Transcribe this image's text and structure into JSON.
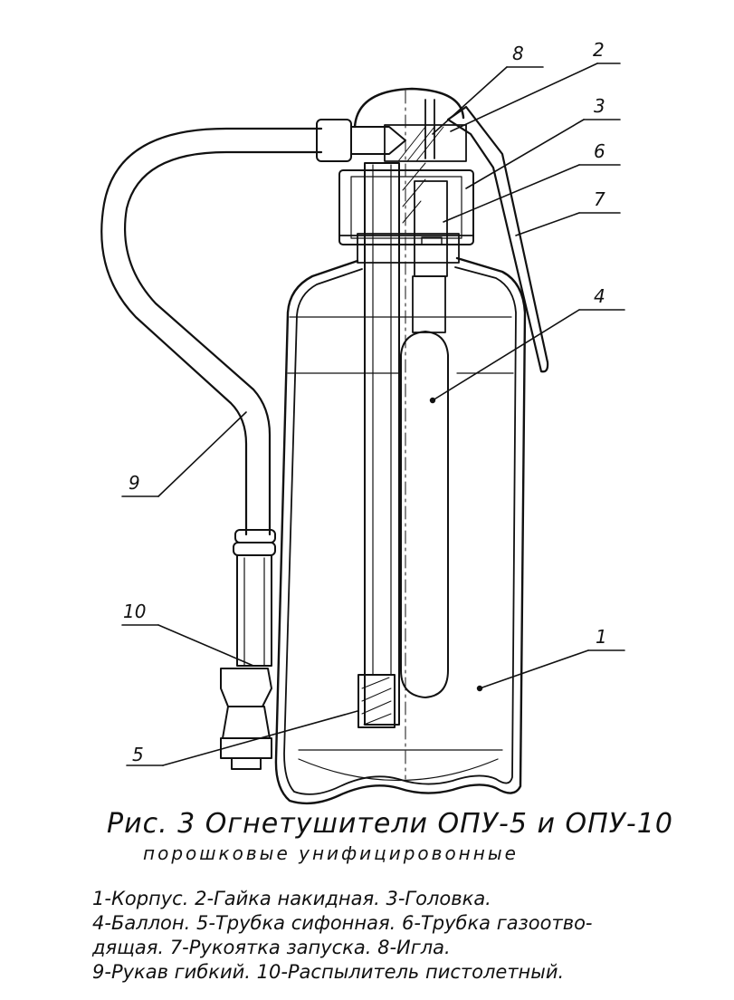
{
  "callout_numbers": [
    "1",
    "2",
    "3",
    "4",
    "5",
    "6",
    "7",
    "8",
    "9",
    "10"
  ],
  "caption": {
    "title": "Рис. 3   Огнетушители   ОПУ-5 и ОПУ-10",
    "subtitle": "порошковые  унифицировонные"
  },
  "legend_lines": [
    "1-Корпус.  2-Гайка накидная. 3-Головка.",
    "4-Баллон. 5-Трубка сифонная. 6-Трубка газоотво-",
    "дящая. 7-Рукоятка запуска. 8-Игла.",
    "9-Рукав гибкий.    10-Распылитель пистолетный."
  ]
}
